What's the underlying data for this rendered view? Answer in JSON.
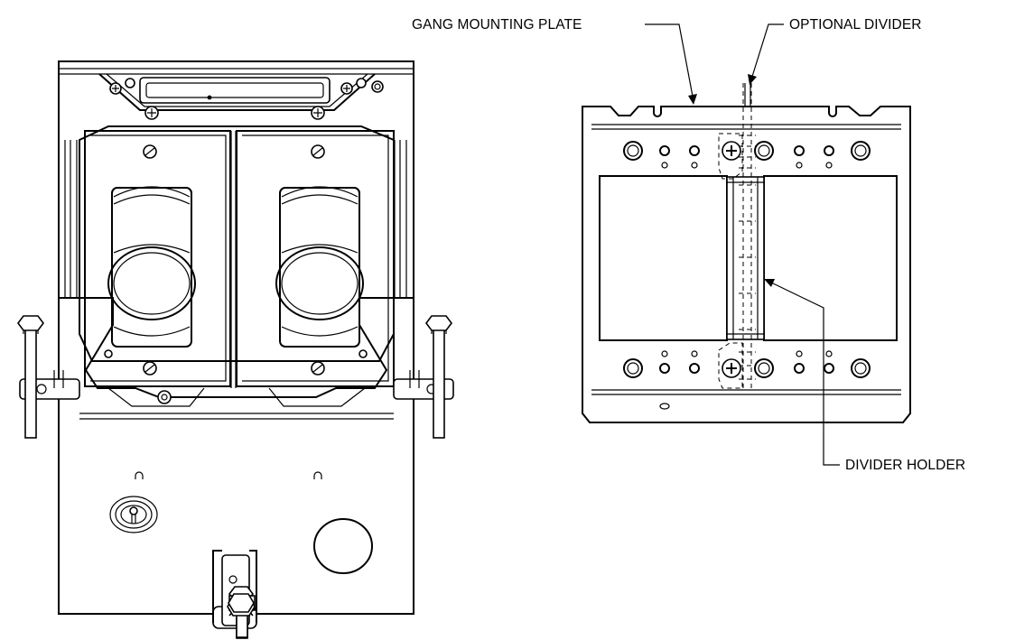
{
  "labels": {
    "gang_mounting_plate": "GANG MOUNTING PLATE",
    "optional_divider": "OPTIONAL DIVIDER",
    "divider_holder": "DIVIDER HOLDER"
  },
  "colors": {
    "line": "#000000",
    "background": "#ffffff"
  }
}
